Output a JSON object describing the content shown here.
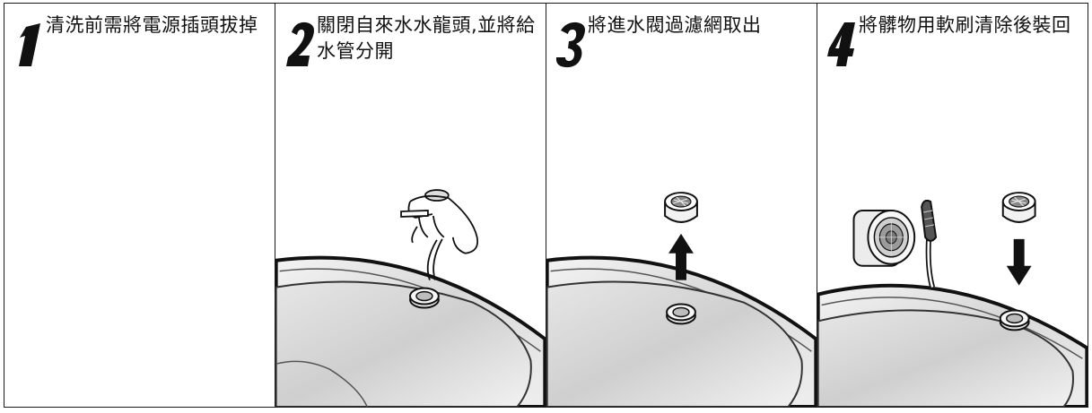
{
  "steps": [
    {
      "number": "1",
      "text": "清洗前需將電源插頭拔掉"
    },
    {
      "number": "2",
      "text": "關閉自來水水龍頭,並將給水管分開"
    },
    {
      "number": "3",
      "text": "將進水閥過濾網取出"
    },
    {
      "number": "4",
      "text": "將髒物用軟刷清除後裝回"
    }
  ]
}
